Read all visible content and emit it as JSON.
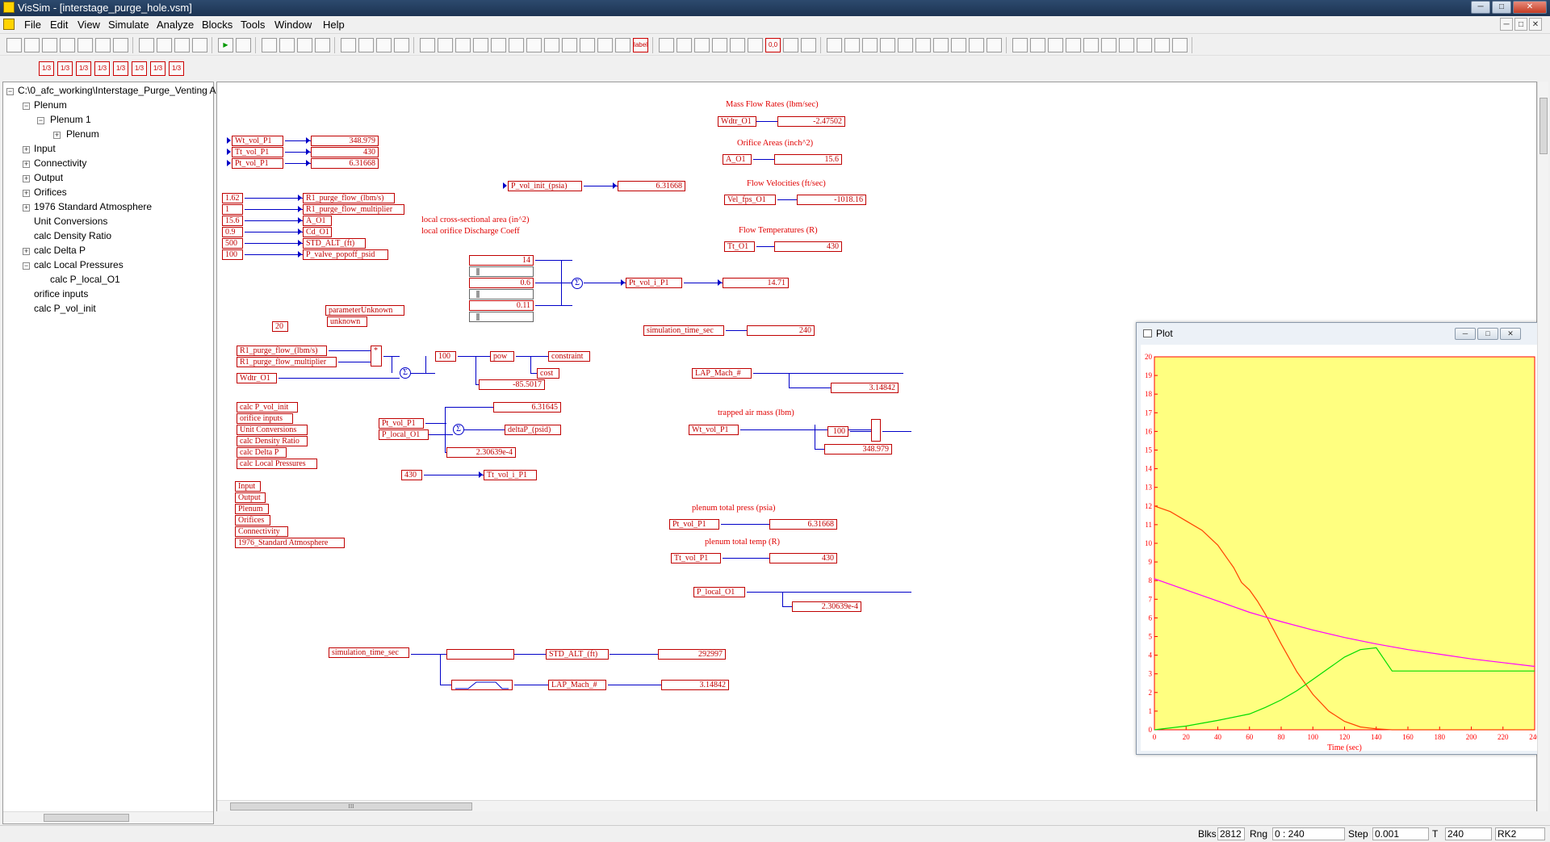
{
  "window": {
    "title": "VisSim - [interstage_purge_hole.vsm]",
    "min_label": "─",
    "max_label": "□",
    "close_label": "✕"
  },
  "menu": {
    "items": [
      "File",
      "Edit",
      "View",
      "Simulate",
      "Analyze",
      "Blocks",
      "Tools",
      "Window",
      "Help"
    ]
  },
  "toolbar": {
    "row1": [
      "new",
      "open",
      "save",
      "print",
      "cut",
      "copy",
      "paste",
      "wire-in",
      "wire-out",
      "promote",
      "demote",
      "run",
      "stop",
      "step",
      "reset",
      "b1",
      "b2",
      "b3",
      "b4",
      "b5",
      "b6",
      "b7",
      "b8",
      "b9",
      "b10",
      "b11",
      "b12",
      "b13",
      "b14",
      "b15",
      "b16",
      "b17",
      "b18",
      "label",
      "b19",
      "b20",
      "b21",
      "b22",
      "b23",
      "b24",
      "0,0",
      "b25",
      "b26",
      "b27",
      "b28",
      "b29",
      "b30",
      "b31",
      "b32",
      "b33",
      "b34",
      "b35",
      "b36",
      "b37",
      "b38",
      "b39",
      "b40",
      "b41",
      "b42",
      "b43",
      "b44",
      "b45",
      "b46"
    ],
    "row2": [
      "1/3",
      "1/3",
      "1/3",
      "1/3",
      "1/3",
      "1/3",
      "1/3",
      "1/3"
    ]
  },
  "tree": {
    "root": "C:\\0_afc_working\\Interstage_Purge_Venting A",
    "nodes": [
      "Plenum",
      "Plenum 1",
      "Plenum",
      "Input",
      "Connectivity",
      "Output",
      "Orifices",
      "1976 Standard Atmosphere",
      "Unit Conversions",
      "calc Density Ratio",
      "calc Delta P",
      "calc Local Pressures",
      "calc P_local_O1",
      "orifice inputs",
      "calc P_vol_init"
    ]
  },
  "canvas": {
    "vars_top": [
      {
        "var": "Wt_vol_P1",
        "val": "348.979"
      },
      {
        "var": "Tt_vol_P1",
        "val": "430"
      },
      {
        "var": "Pt_vol_P1",
        "val": "6.31668"
      }
    ],
    "consts": [
      {
        "val": "1.62",
        "var": "R1_purge_flow_(lbm/s)"
      },
      {
        "val": "1",
        "var": "R1_purge_flow_multiplier"
      },
      {
        "val": "15.6",
        "var": "A_O1"
      },
      {
        "val": "0.9",
        "var": "Cd_O1"
      },
      {
        "val": "500",
        "var": "STD_ALT_(ft)"
      },
      {
        "val": "100",
        "var": "P_valve_popoff_psid"
      }
    ],
    "notes": [
      "local cross-sectional area (in^2)",
      "local orifice Discharge Coeff"
    ],
    "p_vol_init": {
      "var": "P_vol_init_(psia)",
      "val": "6.31668"
    },
    "sliders": [
      "14",
      "0.6",
      "0.11"
    ],
    "pt_vol_i": {
      "var": "Pt_vol_i_P1",
      "val": "14.71"
    },
    "param": [
      "parameterUnknown",
      "unknown"
    ],
    "const20": "20",
    "opt": {
      "in1": "R1_purge_flow_(lbm/s)",
      "in2": "R1_purge_flow_multiplier",
      "in3": "Wdtr_O1",
      "mult": "*",
      "gain": "100",
      "pow": "pow",
      "constraint": "constraint",
      "cost": "cost",
      "out": "-85.5017"
    },
    "compound": [
      "calc P_vol_init",
      "orifice inputs",
      "Unit Conversions",
      "calc Density Ratio",
      "calc Delta P",
      "calc Local Pressures"
    ],
    "compound2": [
      "Input",
      "Output",
      "Plenum",
      "Orifices",
      "Connectivity",
      "1976_Standard Atmosphere"
    ],
    "dp": {
      "in1": "Pt_vol_P1",
      "in2": "P_local_O1",
      "v1": "6.31645",
      "dp": "deltaP_(psid)",
      "v2": "2.30639e-4"
    },
    "tt430": {
      "val": "430",
      "var": "Tt_vol_i_P1"
    },
    "bottom": {
      "sim": "simulation_time_sec",
      "alt": "STD_ALT_(ft)",
      "alt_val": "292997",
      "mach": "LAP_Mach_#",
      "mach_val": "3.14842"
    },
    "right": {
      "mfr_title": "Mass Flow Rates (lbm/sec)",
      "mfr_var": "Wdtr_O1",
      "mfr_val": "-2.47502",
      "oa_title": "Orifice Areas (inch^2)",
      "oa_var": "A_O1",
      "oa_val": "15.6",
      "fv_title": "Flow Velocities (ft/sec)",
      "fv_var": "Vel_fps_O1",
      "fv_val": "-1018.16",
      "ft_title": "Flow Temperatures (R)",
      "ft_var": "Tt_O1",
      "ft_val": "430",
      "sim_var": "simulation_time_sec",
      "sim_val": "240",
      "lap_var": "LAP_Mach_#",
      "lap_val": "3.14842",
      "tam_title": "trapped air mass (lbm)",
      "tam_var": "Wt_vol_P1",
      "tam_const": "100",
      "tam_val": "348.979",
      "ptp_title": "plenum total press (psia)",
      "ptp_var": "Pt_vol_P1",
      "ptp_val": "6.31668",
      "ptt_title": "plenum total temp (R)",
      "ptt_var": "Tt_vol_P1",
      "ptt_val": "430",
      "plo_var": "P_local_O1",
      "plo_val": "2.30639e-4"
    }
  },
  "plot": {
    "title": "Plot",
    "min_label": "─",
    "max_label": "□",
    "close_label": "✕"
  },
  "chart_data": {
    "type": "line",
    "xlabel": "Time (sec)",
    "xlim": [
      0,
      240
    ],
    "ylim": [
      0,
      20
    ],
    "xticks": [
      0,
      20,
      40,
      60,
      80,
      100,
      120,
      140,
      160,
      180,
      200,
      220,
      240
    ],
    "yticks": [
      0,
      1,
      2,
      3,
      4,
      5,
      6,
      7,
      8,
      9,
      10,
      11,
      12,
      13,
      14,
      15,
      16,
      17,
      18,
      19,
      20
    ],
    "background": "#ffff80",
    "grid": false,
    "series": [
      {
        "color": "#ff4000",
        "x": [
          0,
          10,
          20,
          30,
          40,
          50,
          55,
          60,
          65,
          70,
          80,
          90,
          100,
          110,
          120,
          130,
          140,
          150,
          155,
          240
        ],
        "y": [
          12,
          11.7,
          11.2,
          10.7,
          9.9,
          8.7,
          7.9,
          7.5,
          6.9,
          6.2,
          4.6,
          3.1,
          1.9,
          1.0,
          0.45,
          0.15,
          0.05,
          0,
          0,
          0
        ]
      },
      {
        "color": "#ff00ff",
        "x": [
          0,
          20,
          40,
          60,
          80,
          100,
          120,
          140,
          160,
          180,
          200,
          220,
          240
        ],
        "y": [
          8.1,
          7.5,
          6.9,
          6.3,
          5.8,
          5.35,
          4.95,
          4.6,
          4.3,
          4.05,
          3.8,
          3.6,
          3.4
        ]
      },
      {
        "color": "#00dd00",
        "x": [
          0,
          20,
          40,
          60,
          70,
          80,
          90,
          100,
          110,
          120,
          130,
          140,
          150,
          160,
          240
        ],
        "y": [
          0,
          0.2,
          0.5,
          0.85,
          1.2,
          1.6,
          2.1,
          2.7,
          3.3,
          3.9,
          4.3,
          4.4,
          3.15,
          3.15,
          3.15
        ]
      }
    ]
  },
  "status": {
    "blks_label": "Blks",
    "blks_val": "2812",
    "rng_label": "Rng",
    "rng_val": "0 : 240",
    "step_label": "Step",
    "step_val": "0.001",
    "t_label": "T",
    "t_val": "240",
    "method": "RK2"
  },
  "scroll": {
    "h_thumb": "III"
  }
}
